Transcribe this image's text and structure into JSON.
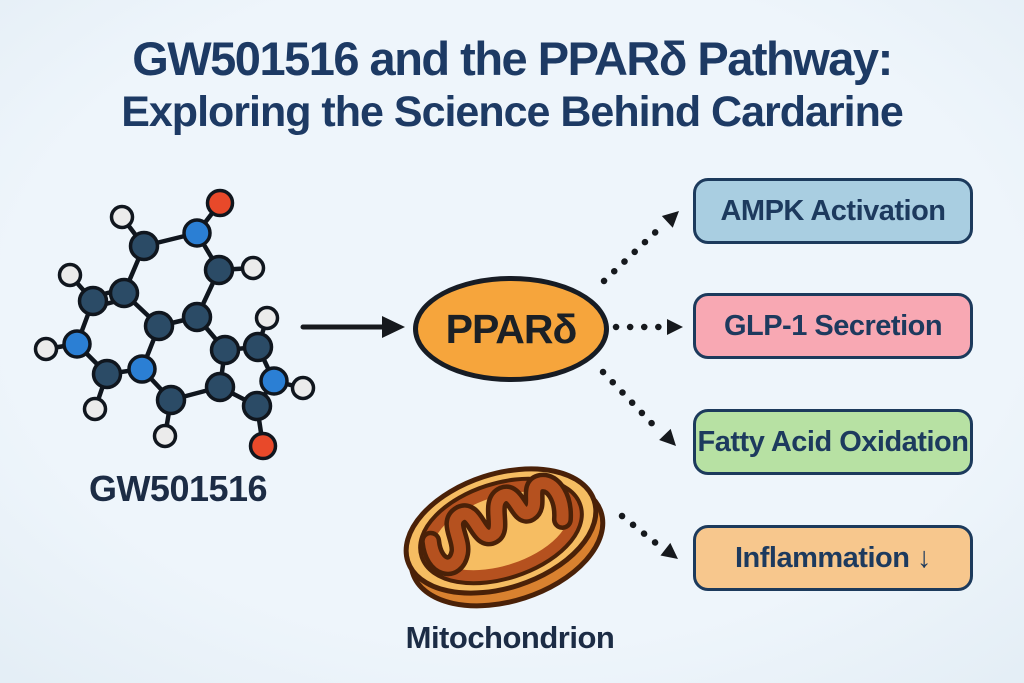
{
  "title": {
    "line1": "GW501516 and the PPARδ Pathway:",
    "line2": "Exploring the Science Behind Cardarine",
    "color": "#1d3a64"
  },
  "molecule": {
    "label": "GW501516",
    "label_color": "#1c2c45",
    "atom_colors": {
      "C": "#2b4b66",
      "N": "#2b7fd4",
      "H": "#ebebeb",
      "O": "#e8492a"
    },
    "bond_color": "#10161e"
  },
  "receptor": {
    "label": "PPARδ",
    "fill": "#f6a53c",
    "border": "#171c24",
    "text_color": "#1b2026"
  },
  "mitochondrion": {
    "label": "Mitochondrion",
    "label_color": "#1c2c45",
    "body_fill": "#f6bd62",
    "rim_fill": "#d9812f",
    "cristae_fill": "#b5511f",
    "outline": "#4a2108"
  },
  "outputs": [
    {
      "label": "AMPK Activation",
      "fill": "#a9cee1"
    },
    {
      "label": "GLP-1 Secretion",
      "fill": "#f8a8b3"
    },
    {
      "label": "Fatty Acid Oxidation",
      "fill": "#b7e1a3"
    },
    {
      "label": "Inflammation ↓",
      "fill": "#f7c78d"
    }
  ],
  "box_text_color": "#1d3a5e",
  "arrow_color": "#16191d"
}
